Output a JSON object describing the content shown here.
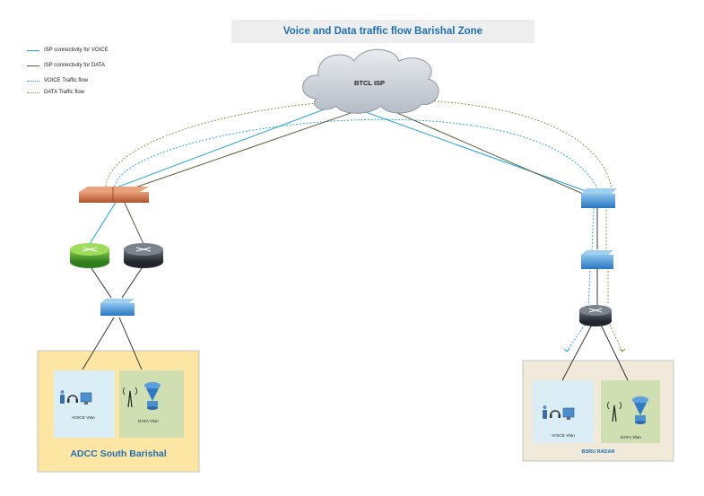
{
  "title": "Voice and Data traffic flow Barishal Zone",
  "legend": [
    {
      "label": "ISP connectivity for VOICE",
      "style": "solid",
      "color": "#1ea0d8"
    },
    {
      "label": "ISP connectivity for DATA",
      "style": "solid",
      "color": "#5a5a3a"
    },
    {
      "label": "VOICE Traffic flow",
      "style": "dotted",
      "color": "#1ea0d8"
    },
    {
      "label": "DATA Traffic flow",
      "style": "dotted",
      "color": "#8b8b3a"
    }
  ],
  "cloud": {
    "label": "BTCL ISP"
  },
  "sites": {
    "left": {
      "name": "ADCC South Barishal",
      "voice_vlan": "VOICE Vlan",
      "data_vlan": "DATA Vlan"
    },
    "right": {
      "name": "BSRU RADAR",
      "voice_vlan": "VOICE Vlan",
      "data_vlan": "DATA Vlan"
    }
  },
  "colors": {
    "voice": "#1ea0d8",
    "data": "#5a5a3a",
    "data_flow": "#8b8b3a",
    "title": "#1f6fb5",
    "left_site_bg": "#fde6a4",
    "right_site_bg": "#f1e9da",
    "voice_vlan_bg": "#dbeef6",
    "data_vlan_bg": "#cfdfb2"
  }
}
